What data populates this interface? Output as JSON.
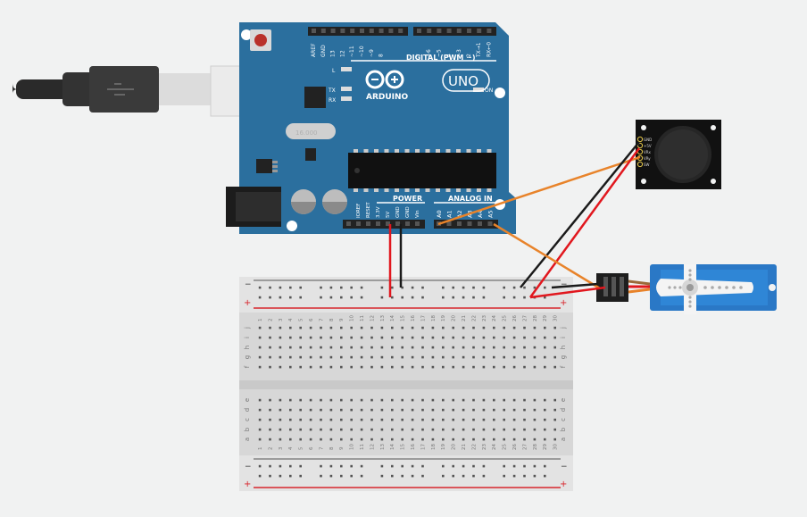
{
  "canvas": {
    "background": "#f1f2f2"
  },
  "arduino": {
    "logo_text": "ARDUINO",
    "model": "UNO",
    "digital_label": "DIGITAL (PWM ~)",
    "power_label": "POWER",
    "analog_label": "ANALOG IN",
    "on_label": "ON",
    "l_label": "L",
    "tx_label": "TX",
    "rx_label": "RX",
    "top_pins": [
      "AREF",
      "GND",
      "13",
      "12",
      "~11",
      "~10",
      "~9",
      "8",
      "7",
      "~6",
      "~5",
      "4",
      "~3",
      "2",
      "TX→1",
      "RX←0"
    ],
    "power_pins": [
      "IOREF",
      "RESET",
      "3.3V",
      "5V",
      "GND",
      "GND",
      "Vin"
    ],
    "analog_pins": [
      "A0",
      "A1",
      "A2",
      "A3",
      "A4",
      "A5"
    ],
    "board_color": "#2b6f9e",
    "crystal_text": "16.000"
  },
  "joystick": {
    "pins": [
      "GND",
      "+5V",
      "VRx",
      "VRy",
      "SW"
    ]
  },
  "breadboard": {
    "columns": 30,
    "rows_top": [
      "j",
      "i",
      "h",
      "g",
      "f"
    ],
    "rows_bottom": [
      "e",
      "d",
      "c",
      "b",
      "a"
    ],
    "rail_plus": "+",
    "rail_minus": "−"
  },
  "wire_colors": {
    "power": "#e1171e",
    "ground": "#1a1a1a",
    "signal": "#e8832a"
  }
}
